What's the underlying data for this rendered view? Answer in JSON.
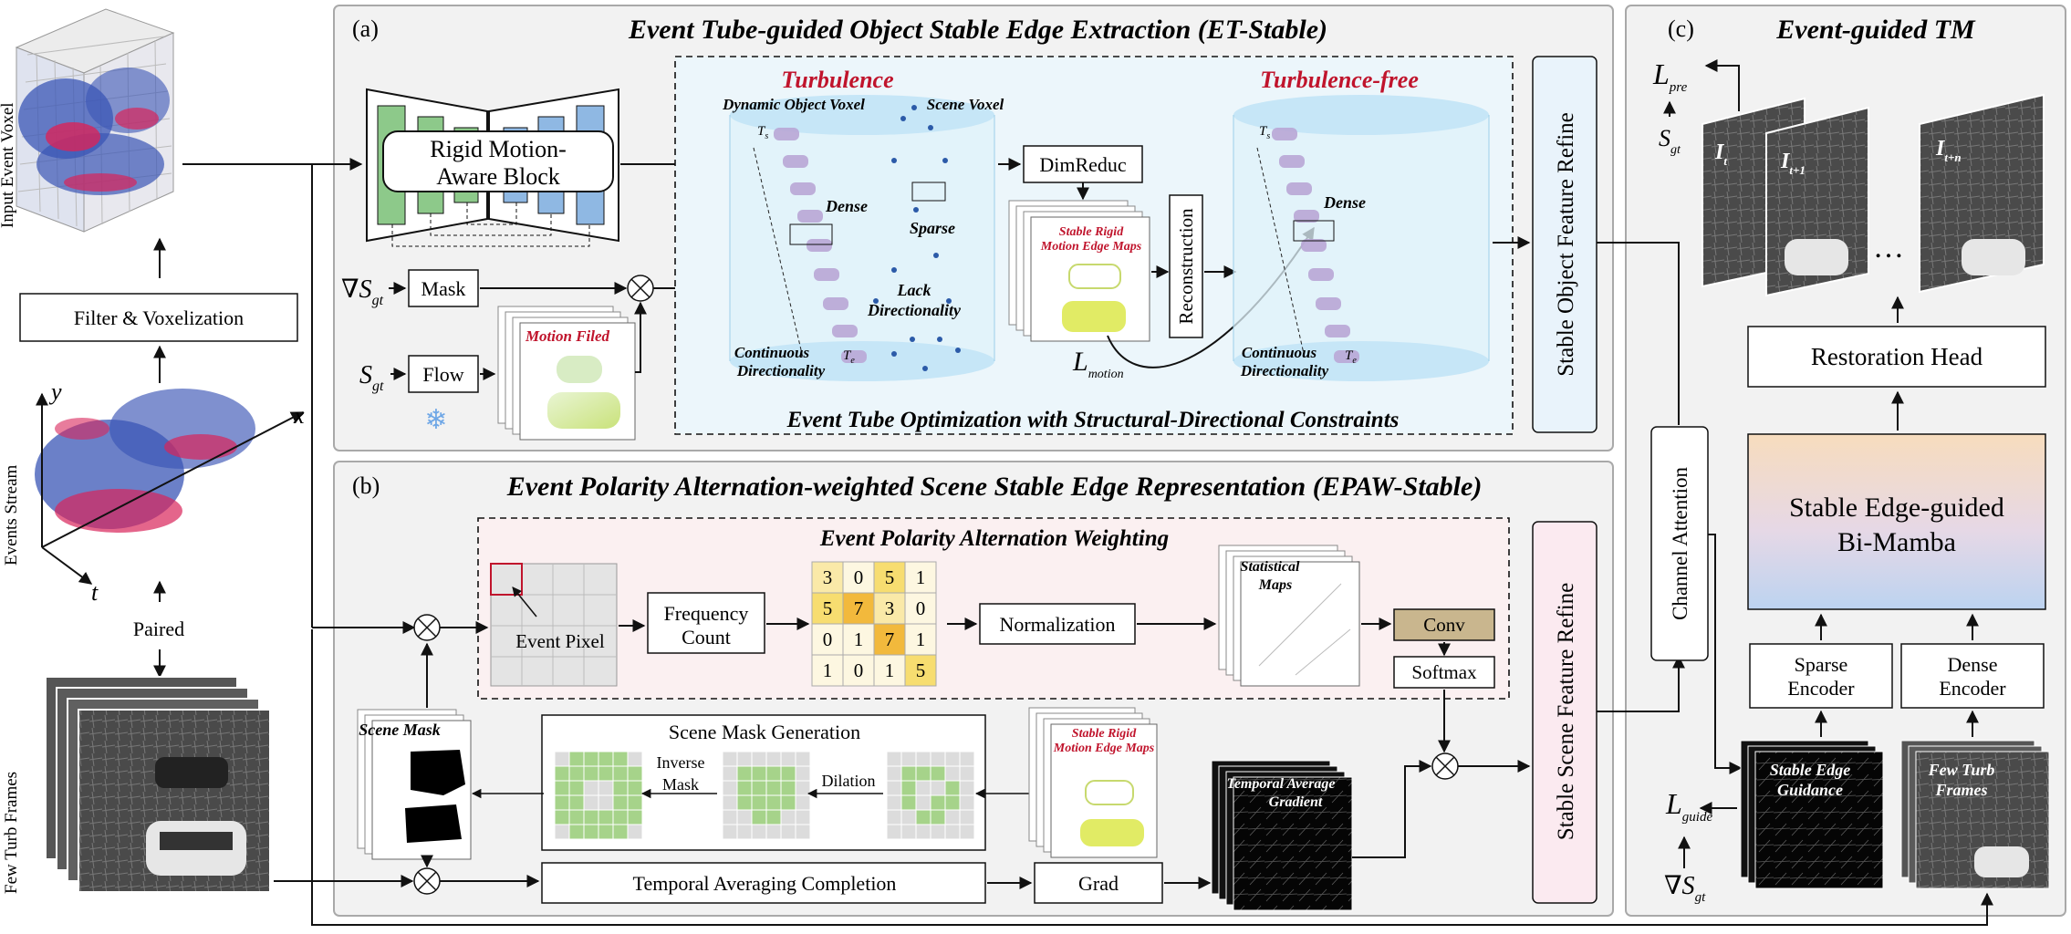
{
  "left": {
    "input_event_voxel": "Input Event Voxel",
    "filter_voxelization": "Filter & Voxelization",
    "events_stream": "Events Stream",
    "axis_x": "x",
    "axis_y": "y",
    "axis_t": "t",
    "paired": "Paired",
    "few_turb_frames": "Few Turb Frames"
  },
  "panel_a": {
    "tag": "(a)",
    "title": "Event Tube-guided Object Stable Edge Extraction (ET-Stable)",
    "rigid_block": [
      "Rigid Motion-",
      "Aware Block"
    ],
    "grad_s": "∇S",
    "gt": "gt",
    "s": "S",
    "mask": "Mask",
    "flow": "Flow",
    "motion_filed": "Motion Filed",
    "turbulence": "Turbulence",
    "turbulence_free": "Turbulence-free",
    "dynamic_object_voxel": "Dynamic Object Voxel",
    "scene_voxel": "Scene Voxel",
    "dense": "Dense",
    "sparse": "Sparse",
    "lack_directionality": [
      "Lack",
      "Directionality"
    ],
    "continuous_directionality": [
      "Continuous",
      "Directionality"
    ],
    "t_start": "T",
    "t_start_sub": "s",
    "t_end": "T",
    "t_end_sub": "e",
    "dimreduc": "DimReduc",
    "stable_rigid_maps": [
      "Stable Rigid",
      "Motion Edge Maps"
    ],
    "reconstruction": "Reconstruction",
    "l_motion": "L",
    "l_motion_sub": "motion",
    "tube_opt": "Event Tube Optimization with Structural-Directional Constraints",
    "stable_object_refine": "Stable Object Feature Refine"
  },
  "panel_b": {
    "tag": "(b)",
    "title": "Event Polarity Alternation-weighted Scene Stable Edge Representation (EPAW-Stable)",
    "epaw": "Event Polarity Alternation Weighting",
    "event_pixel": "Event Pixel",
    "frequency_count": [
      "Frequency",
      "Count"
    ],
    "grid_values": [
      [
        3,
        0,
        5,
        1
      ],
      [
        5,
        7,
        3,
        0
      ],
      [
        0,
        1,
        7,
        1
      ],
      [
        1,
        0,
        1,
        5
      ]
    ],
    "normalization": "Normalization",
    "statistical_maps": [
      "Statistical",
      "Maps"
    ],
    "conv": "Conv",
    "softmax": "Softmax",
    "scene_mask": "Scene Mask",
    "scene_mask_generation": "Scene Mask Generation",
    "inverse_mask": [
      "Inverse",
      "Mask"
    ],
    "dilation": "Dilation",
    "stable_rigid_maps": [
      "Stable Rigid",
      "Motion Edge Maps"
    ],
    "temporal_average_gradient": [
      "Temporal Average",
      "Gradient"
    ],
    "temporal_averaging_completion": "Temporal Averaging Completion",
    "grad": "Grad",
    "stable_scene_refine": "Stable Scene Feature Refine"
  },
  "panel_c": {
    "tag": "(c)",
    "title": "Event-guided TM",
    "l_pre": "L",
    "l_pre_sub": "pre",
    "s_gt": "S",
    "gt": "gt",
    "frame_labels": [
      {
        "main": "I",
        "sub": "t"
      },
      {
        "main": "I",
        "sub": "t+1"
      },
      {
        "main": "I",
        "sub": "t+n"
      }
    ],
    "ellipsis": "…",
    "restoration_head": "Restoration Head",
    "channel_attention": "Channel Attention",
    "bimamba": [
      "Stable Edge-guided",
      "Bi-Mamba"
    ],
    "sparse_encoder": [
      "Sparse",
      "Encoder"
    ],
    "dense_encoder": [
      "Dense",
      "Encoder"
    ],
    "stable_edge_guidance": [
      "Stable Edge",
      "Guidance"
    ],
    "few_turb_frames": [
      "Few Turb",
      "Frames"
    ],
    "l_guide": "L",
    "l_guide_sub": "guide",
    "grad_s": "∇S"
  },
  "colors": {
    "panel_bg": "#f2f2f2",
    "turbulence_red": "#c0142c",
    "encoder_green": "#8dc98a",
    "decoder_blue": "#8fb8e3",
    "cylinder": "#cfe9f7",
    "grid_yellow": "#f7dd70",
    "grid_orange": "#f2b93c",
    "conv_fill": "#c9b68e",
    "mask_green": "#a6d38a"
  }
}
